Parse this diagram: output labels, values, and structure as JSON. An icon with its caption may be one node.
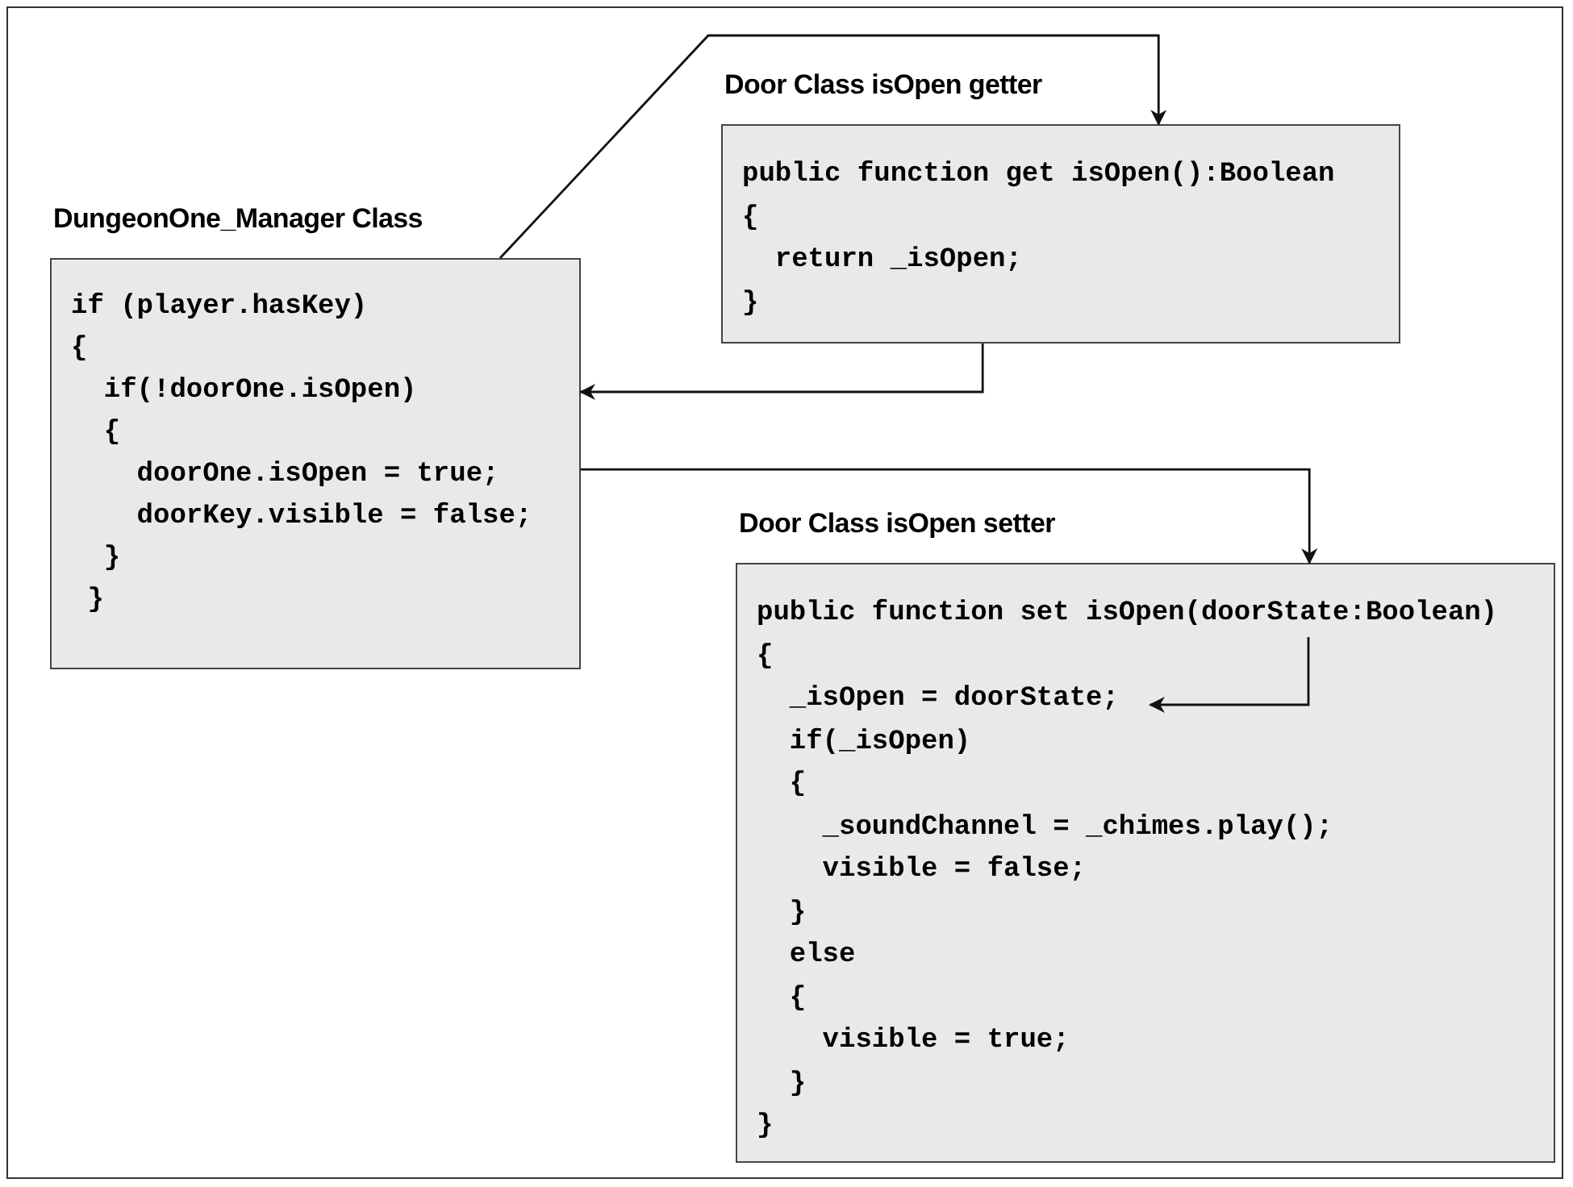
{
  "diagram": {
    "nodes": [
      {
        "text": [
          "Door Class isOpen getter",
          "public function get isOpen():Boolean",
          "{",
          "  return _isOpen;",
          "}"
        ]
      },
      {
        "text": [
          "DungeonOne_Manager Class",
          "if (player.hasKey)",
          "{",
          "  if(!doorOne.isOpen)",
          "  {",
          "    doorOne.isOpen = true;",
          "    doorKey.visible = false;",
          "  }",
          " }"
        ]
      },
      {
        "text": [
          "Door Class isOpen setter",
          "public function set isOpen(doorState:Boolean)",
          "{",
          "  _isOpen = doorState;",
          "  if(_isOpen)",
          "  {",
          "    _soundChannel = _chimes.play();",
          "    visible = false;",
          "  }",
          "  else",
          "  {",
          "    visible = true;",
          "  }",
          "}"
        ]
      }
    ],
    "edges": [
      {
        "from": 1,
        "to": 0,
        "arrow": "to"
      },
      {
        "from": 0,
        "to": 1,
        "arrow": "to"
      },
      {
        "from": 1,
        "to": 2,
        "arrow": "to"
      },
      {
        "from": 2,
        "to": 2,
        "arrow": "to"
      }
    ]
  }
}
